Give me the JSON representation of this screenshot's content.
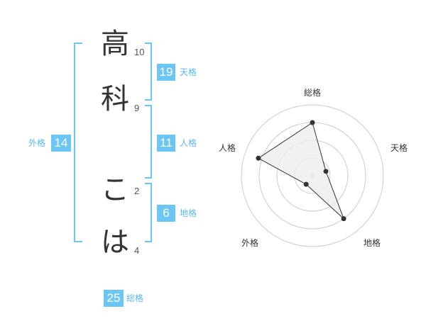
{
  "name_chars": [
    {
      "char": "高",
      "strokes": "10"
    },
    {
      "char": "科",
      "strokes": "9"
    },
    {
      "char": "こ",
      "strokes": "2"
    },
    {
      "char": "は",
      "strokes": "4"
    }
  ],
  "kaku": {
    "tenkaku": {
      "value": "19",
      "label": "天格"
    },
    "jinkaku": {
      "value": "11",
      "label": "人格"
    },
    "chikaku": {
      "value": "6",
      "label": "地格"
    },
    "gaikaku": {
      "value": "14",
      "label": "外格"
    },
    "soukaku": {
      "value": "25",
      "label": "総格"
    }
  },
  "chart_data": {
    "type": "radar",
    "axes": [
      "総格",
      "天格",
      "地格",
      "外格",
      "人格"
    ],
    "values": [
      0.75,
      0.2,
      0.75,
      0.15,
      0.8
    ],
    "range": [
      0,
      1
    ],
    "rings": 4,
    "colors": {
      "fill": "#eeeeee",
      "line": "#333333",
      "grid": "#cccccc",
      "point": "#333333"
    }
  }
}
